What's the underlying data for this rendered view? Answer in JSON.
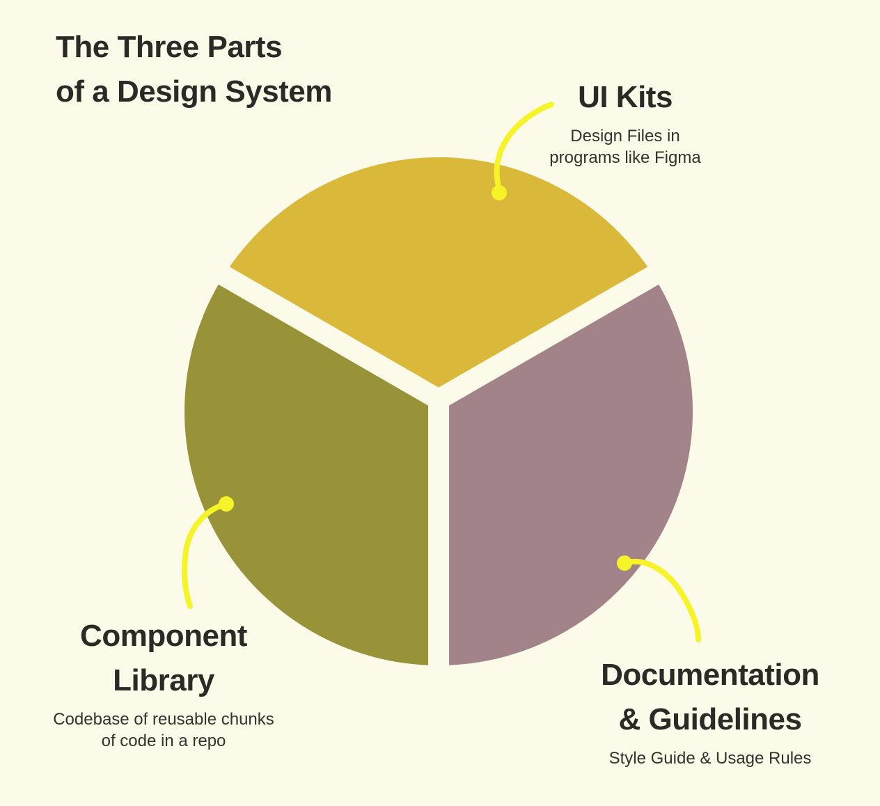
{
  "title": {
    "line1": "The Three Parts",
    "line2": "of a Design System"
  },
  "labels": {
    "ui_kits": {
      "heading": "UI Kits",
      "desc_lines": [
        "Design Files in",
        "programs like Figma"
      ]
    },
    "component_library": {
      "heading_lines": [
        "Component",
        "Library"
      ],
      "desc_lines": [
        "Codebase of reusable chunks",
        "of code in a repo"
      ]
    },
    "documentation": {
      "heading_lines": [
        "Documentation",
        "& Guidelines"
      ],
      "desc_lines": [
        "Style Guide & Usage Rules"
      ]
    }
  },
  "colors": {
    "background": "#FCFAE8",
    "connector": "#F6F428",
    "heading_text": "#2B2A26",
    "body_text": "#34322D"
  },
  "chart_data": {
    "type": "pie",
    "title": "The Three Parts of a Design System",
    "slices": [
      {
        "label": "UI Kits",
        "description": "Design Files in programs like Figma",
        "value": 33.33,
        "color": "#D9B83A"
      },
      {
        "label": "Documentation & Guidelines",
        "description": "Style Guide & Usage Rules",
        "value": 33.33,
        "color": "#A28389"
      },
      {
        "label": "Component Library",
        "description": "Codebase of reusable chunks of code in a repo",
        "value": 33.33,
        "color": "#989338"
      }
    ],
    "start_angle_deg": -150,
    "gap_color": "#FCFAE8",
    "legend_position": "around"
  }
}
